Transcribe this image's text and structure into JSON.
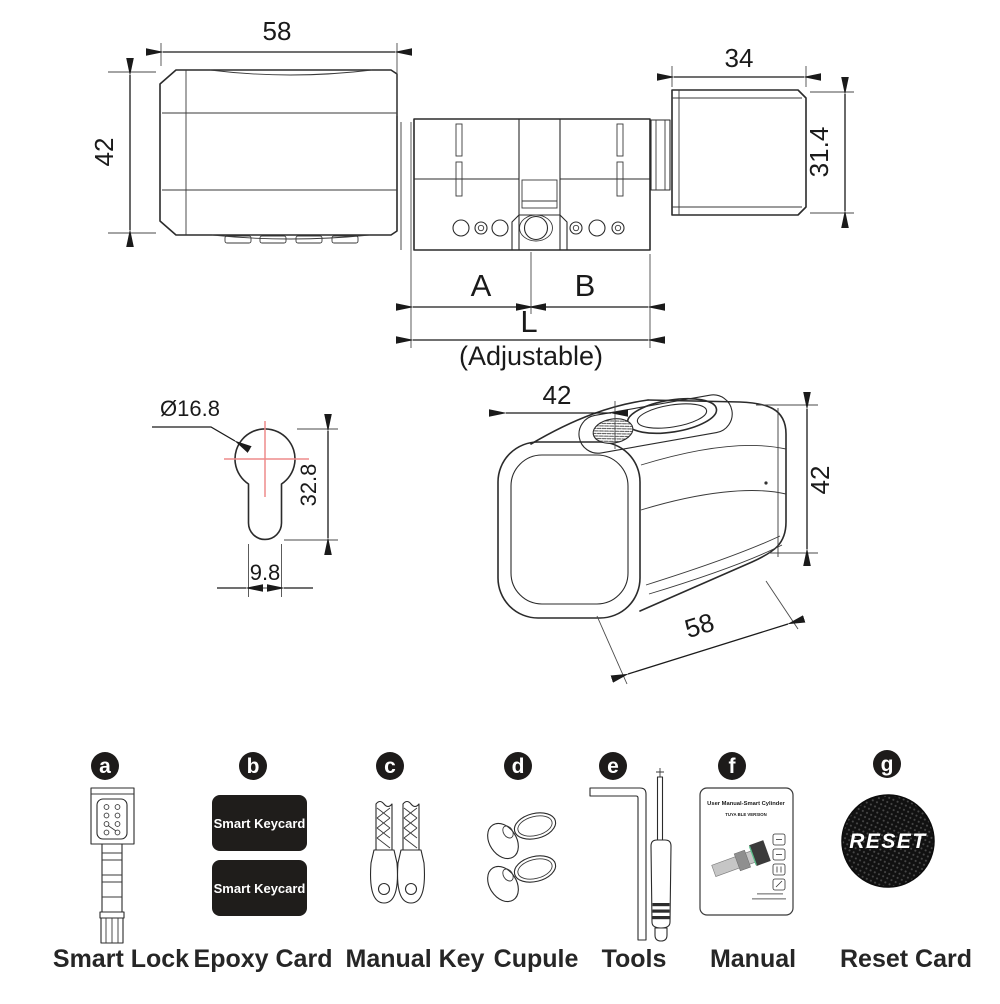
{
  "drawing": {
    "line_color": "#2b2b2b",
    "accent_red": "#ee8b8b",
    "side_view": {
      "front_knob_width": "58",
      "front_knob_height": "42",
      "rear_knob_width": "34",
      "rear_knob_height": "31.4",
      "section_a": "A",
      "section_b": "B",
      "length_label": "L",
      "length_note": "(Adjustable)"
    },
    "keyhole_profile": {
      "diameter": "Ø16.8",
      "height": "32.8",
      "stem_width": "9.8"
    },
    "knob_view": {
      "top_width": "42",
      "side_height": "42",
      "depth": "58"
    }
  },
  "package": {
    "items": [
      {
        "badge": "a",
        "label": "Smart Lock"
      },
      {
        "badge": "b",
        "label": "Epoxy Card",
        "card_text": "Smart Keycard"
      },
      {
        "badge": "c",
        "label": "Manual Key"
      },
      {
        "badge": "d",
        "label": "Cupule"
      },
      {
        "badge": "e",
        "label": "Tools"
      },
      {
        "badge": "f",
        "label": "Manual",
        "cover_title": "User Manual-Smart Cylinder",
        "cover_subtitle": "TUYA BLE VERSION"
      },
      {
        "badge": "g",
        "label": "Reset Card",
        "disc_text": "RESET"
      }
    ]
  }
}
